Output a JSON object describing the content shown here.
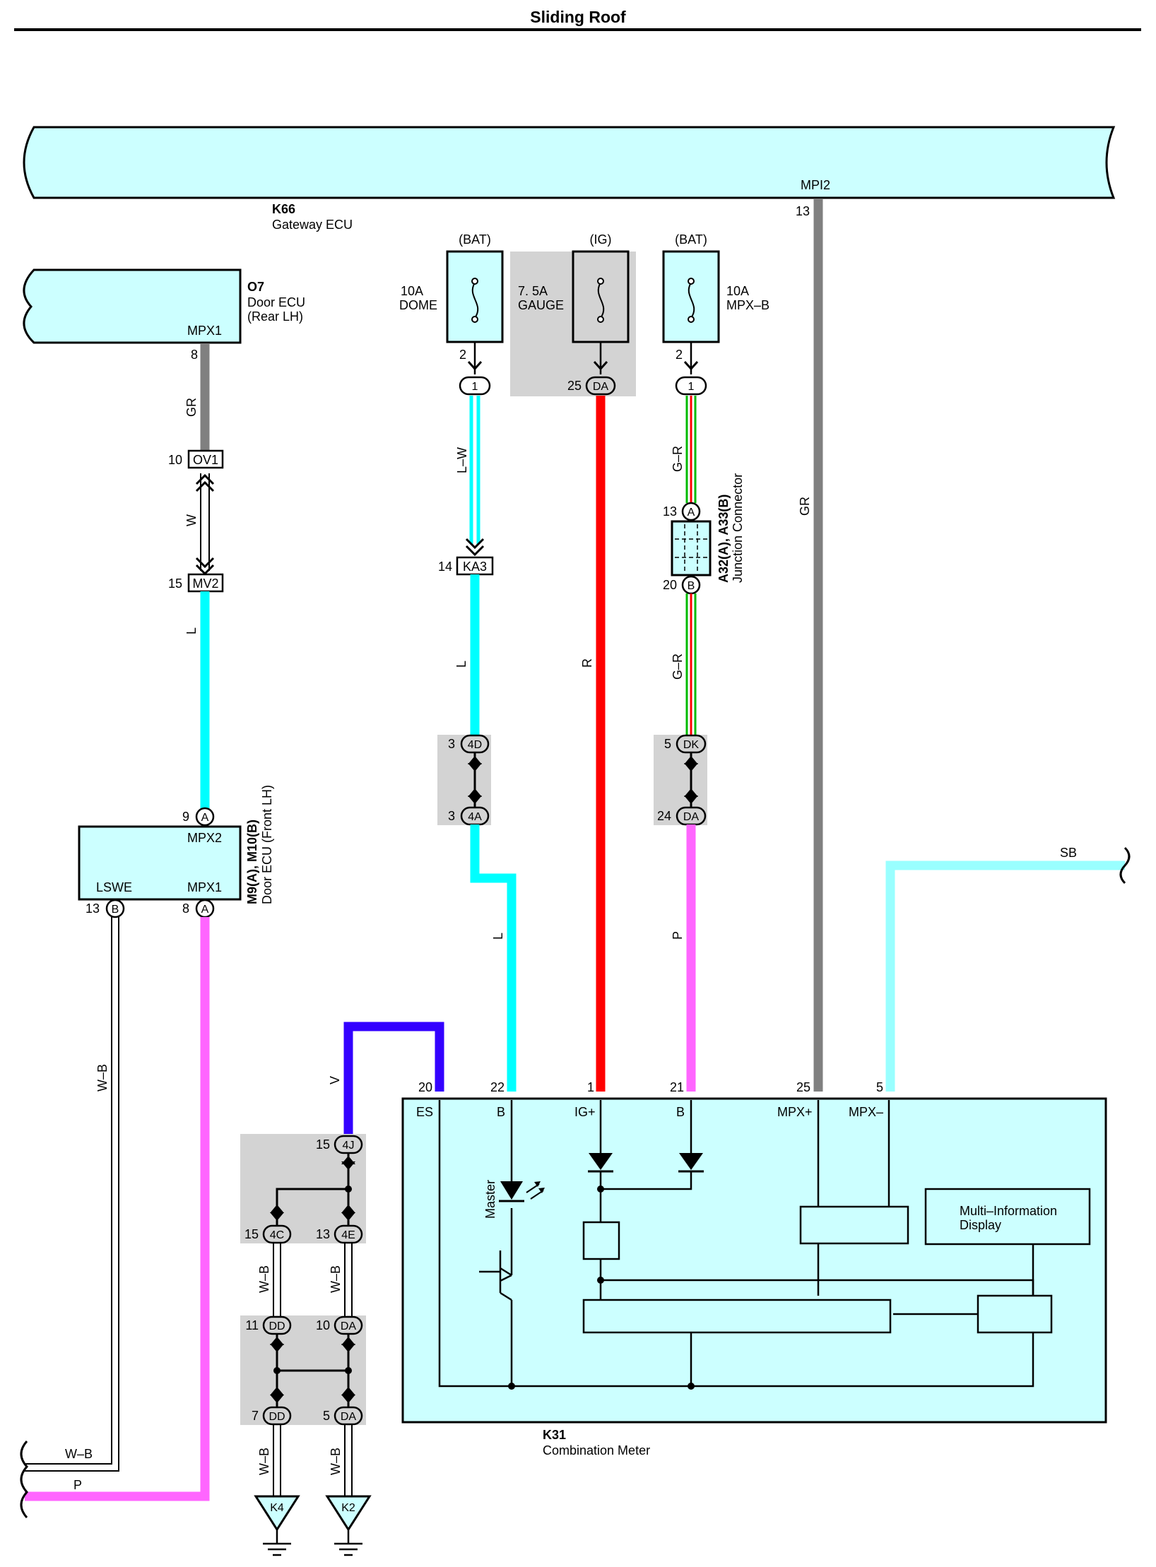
{
  "title": "Sliding Roof",
  "colors": {
    "ecu_fill": "#ccffff",
    "gray_box": "#d3d3d3",
    "wire_L": "#00ffff",
    "wire_SB": "#99ffff",
    "wire_R": "#ff0000",
    "wire_P": "#ff66ff",
    "wire_V": "#3300ff",
    "wire_GR": "#808080",
    "wire_G": "#00bb00"
  },
  "gateway": {
    "id": "K66",
    "name": "Gateway ECU",
    "terminal": "MPI2",
    "pin": "13"
  },
  "door_rear": {
    "id": "O7",
    "name1": "Door ECU",
    "name2": "(Rear LH)",
    "terminal": "MPX1",
    "pin": "8"
  },
  "door_front": {
    "id": "M9(A), M10(B)",
    "name": "Door ECU (Front LH)",
    "t_mpx2": "MPX2",
    "t_lswe": "LSWE",
    "t_mpx1": "MPX1",
    "pin_mpx2": "9",
    "conn_mpx2": "A",
    "pin_lswe": "13",
    "conn_lswe": "B",
    "pin_mpx1": "8",
    "conn_mpx1": "A"
  },
  "fuses": [
    {
      "source": "(BAT)",
      "rating": "10A",
      "name": "DOME",
      "pin": "2",
      "conn": "1"
    },
    {
      "source": "(IG)",
      "rating": "7. 5A",
      "name": "GAUGE",
      "pin": "25",
      "conn": "DA"
    },
    {
      "source": "(BAT)",
      "rating": "10A",
      "name": "MPX–B",
      "pin": "2",
      "conn": "1"
    }
  ],
  "junction": {
    "id": "A32(A), A33(B)",
    "name": "Junction Connector",
    "pin_a": "13",
    "conn_a": "A",
    "pin_b": "20",
    "conn_b": "B"
  },
  "connectors": {
    "ov1": {
      "label": "OV1",
      "pin": "10"
    },
    "mv2": {
      "label": "MV2",
      "pin": "15"
    },
    "ka3": {
      "label": "KA3",
      "pin": "14"
    },
    "c4d": {
      "label": "4D",
      "pin": "3"
    },
    "c4a": {
      "label": "4A",
      "pin": "3"
    },
    "dk": {
      "label": "DK",
      "pin": "5"
    },
    "da24": {
      "label": "DA",
      "pin": "24"
    },
    "c4j": {
      "label": "4J",
      "pin": "15"
    },
    "c4c": {
      "label": "4C",
      "pin": "15"
    },
    "c4e": {
      "label": "4E",
      "pin": "13"
    },
    "dd11": {
      "label": "DD",
      "pin": "11"
    },
    "da10": {
      "label": "DA",
      "pin": "10"
    },
    "dd7": {
      "label": "DD",
      "pin": "7"
    },
    "da5": {
      "label": "DA",
      "pin": "5"
    }
  },
  "grounds": [
    {
      "label": "K4"
    },
    {
      "label": "K2"
    }
  ],
  "wires": {
    "gr_rear": "GR",
    "w": "W",
    "l1": "L",
    "wb_front": "W–B",
    "wb_bottom": "W–B",
    "p_bottom": "P",
    "lw": "L–W",
    "l2": "L",
    "l3": "L",
    "r": "R",
    "gr_j1": "G–R",
    "gr_j2": "G–R",
    "p2": "P",
    "gr_gw": "GR",
    "sb": "SB",
    "v": "V",
    "wb_4c": "W–B",
    "wb_4e": "W–B",
    "wb_k4": "W–B",
    "wb_k2": "W–B"
  },
  "meter": {
    "id": "K31",
    "name": "Combination Meter",
    "pins": [
      "20",
      "22",
      "1",
      "21",
      "25",
      "5"
    ],
    "terminals": [
      "ES",
      "B",
      "IG+",
      "B",
      "MPX+",
      "MPX–"
    ],
    "master": "Master",
    "display1": "Multi–Information",
    "display2": "Display"
  }
}
